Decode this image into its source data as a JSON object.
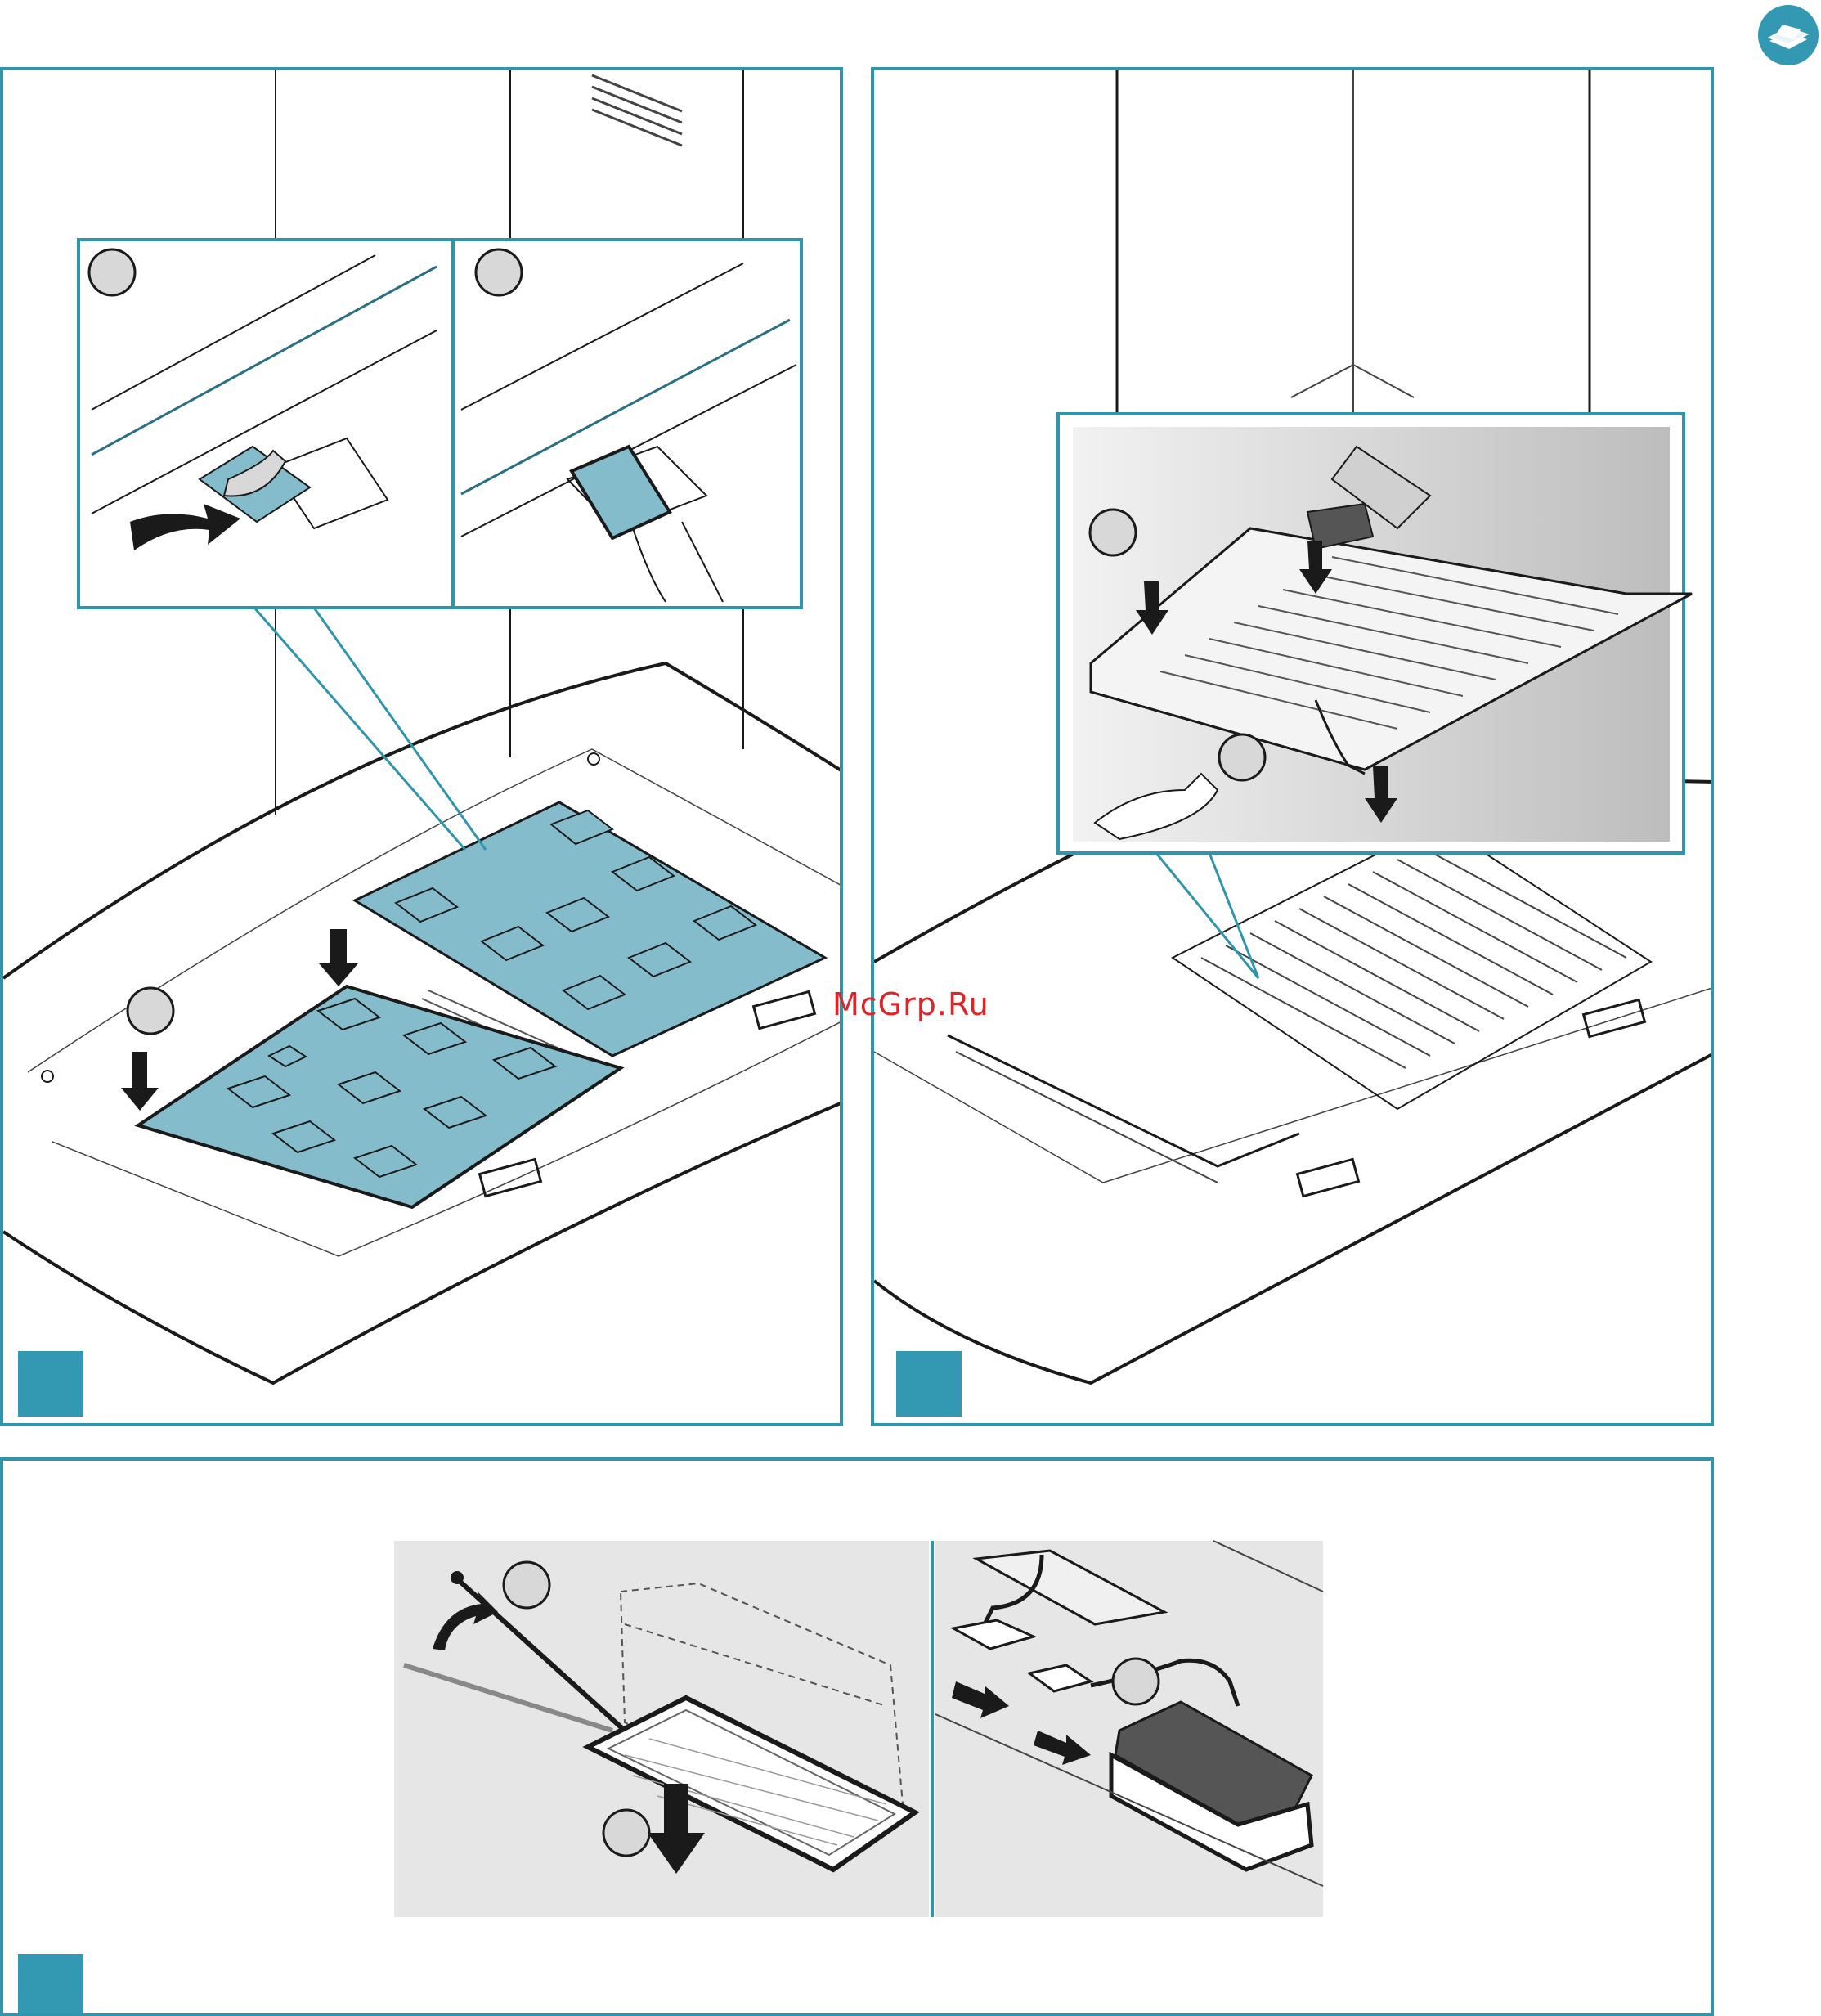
{
  "document": {
    "watermark_text": "McGrp.Ru",
    "accent_color": "#3399b2",
    "filter_color": "#84bccb",
    "help_icon": "book-icon"
  },
  "panels": [
    {
      "name": "step-a",
      "badge_text": ""
    },
    {
      "name": "step-b",
      "badge_text": ""
    },
    {
      "name": "step-c",
      "badge_text": ""
    }
  ]
}
